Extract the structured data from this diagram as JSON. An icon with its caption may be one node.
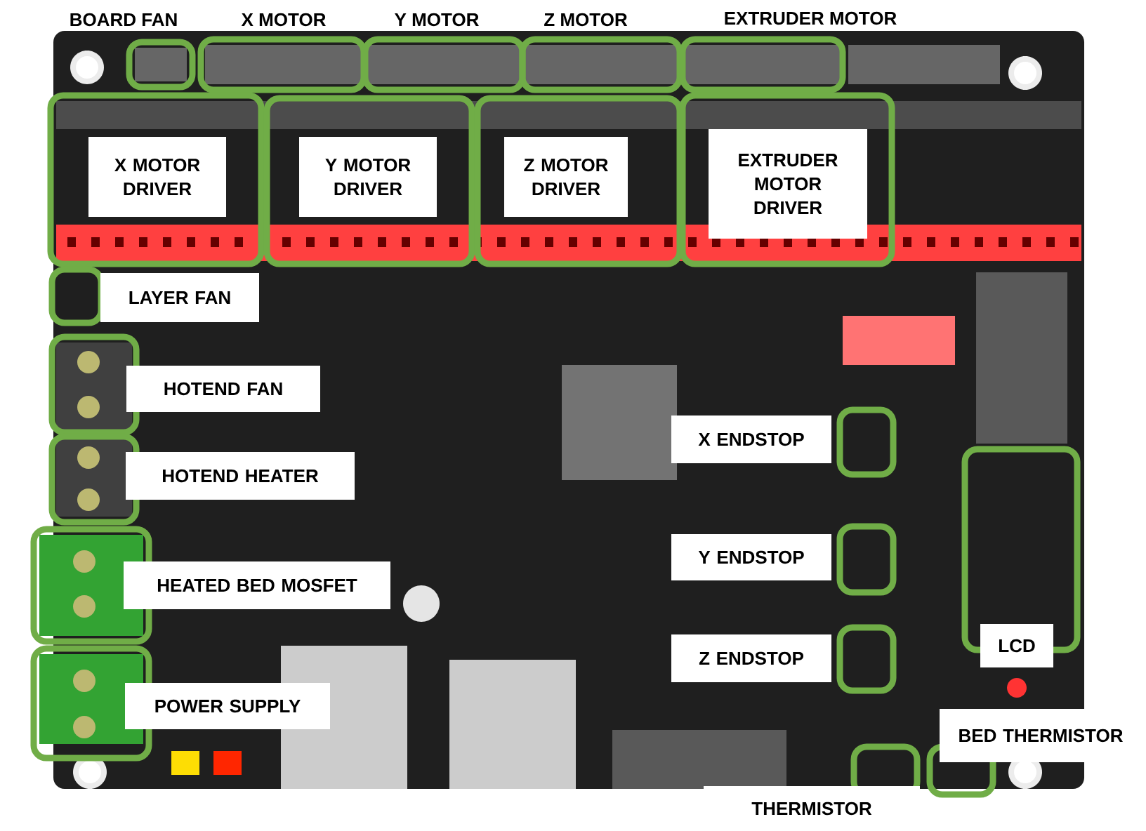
{
  "diagram": {
    "nodes": [
      {
        "text": [
          "X MOTOR DRIVER"
        ]
      },
      {
        "text": [
          "Y MOTOR DRIVER"
        ]
      },
      {
        "text": [
          "Z MOTOR DRIVER"
        ]
      },
      {
        "text": [
          "EXTRUDER MOTOR DRIVER"
        ]
      },
      {
        "text": [
          "LAYER FAN"
        ]
      },
      {
        "text": [
          "HOTEND FAN"
        ]
      },
      {
        "text": [
          "HOTEND HEATER"
        ]
      },
      {
        "text": [
          "HEATED BED MOSFET"
        ]
      },
      {
        "text": [
          "POWER SUPPLY"
        ]
      },
      {
        "text": [
          "X ENDSTOP"
        ]
      },
      {
        "text": [
          "Y ENDSTOP"
        ]
      },
      {
        "text": [
          "Z ENDSTOP"
        ]
      },
      {
        "text": [
          "LCD"
        ]
      },
      {
        "text": [
          "BED THERMISTOR"
        ]
      },
      {
        "text": [
          "THERMISTOR"
        ]
      }
    ],
    "labels": [
      "BOARD FAN",
      "X MOTOR",
      "Y MOTOR",
      "Z MOTOR",
      "EXTRUDER MOTOR"
    ]
  }
}
